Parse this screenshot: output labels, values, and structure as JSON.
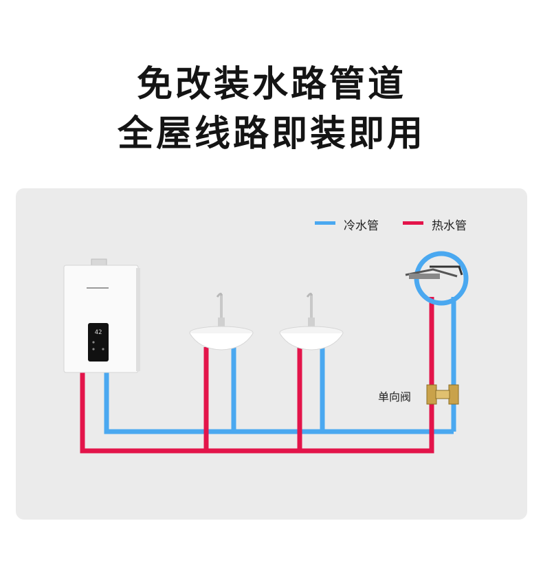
{
  "headline": {
    "line1": "免改装水路管道",
    "line2": "全屋线路即装即用"
  },
  "legend": {
    "cold": {
      "label": "冷水管",
      "color": "#4aa8f0"
    },
    "hot": {
      "label": "热水管",
      "color": "#e3144a"
    }
  },
  "valve_label": "单向阀",
  "heater_display": "42",
  "icons": [
    "water-heater",
    "wash-basin-left",
    "wash-basin-right",
    "shower-head",
    "check-valve"
  ]
}
